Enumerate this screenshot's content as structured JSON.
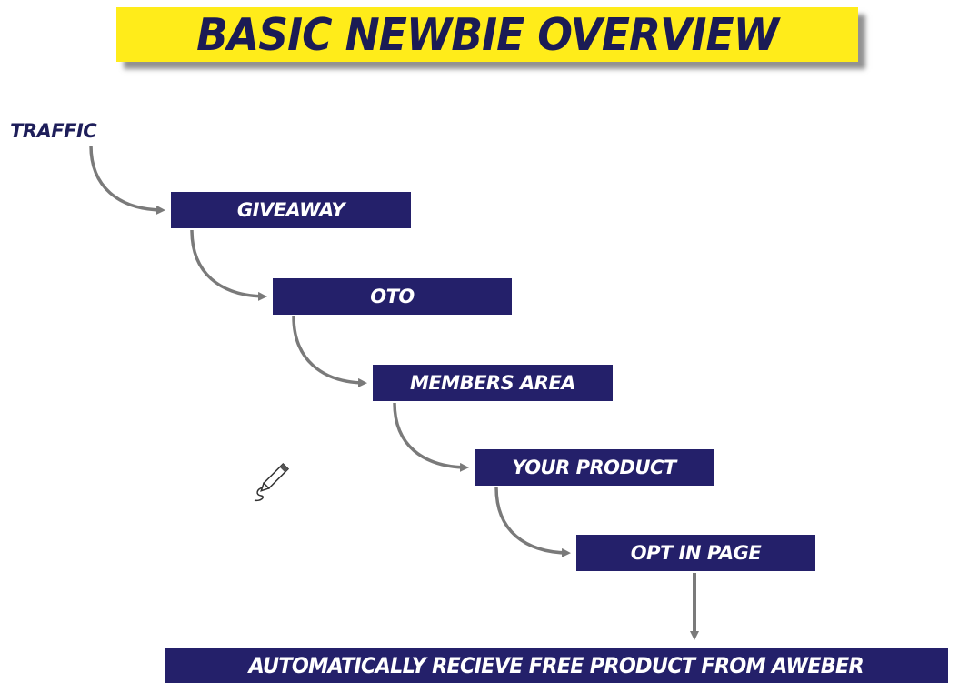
{
  "title": "BASIC NEWBIE OVERVIEW",
  "start_label": "TRAFFIC",
  "steps": [
    "GIVEAWAY",
    "OTO",
    "MEMBERS AREA",
    "YOUR PRODUCT",
    "OPT IN PAGE"
  ],
  "final_step": "AUTOMATICALLY RECIEVE FREE PRODUCT FROM AWEBER",
  "colors": {
    "banner": "#ffec1a",
    "title_text": "#1b1b55",
    "step_box": "#24206a",
    "step_text": "#ffffff",
    "arrow": "#7a7a7a"
  },
  "icons": {
    "pencil": "pencil-icon"
  }
}
